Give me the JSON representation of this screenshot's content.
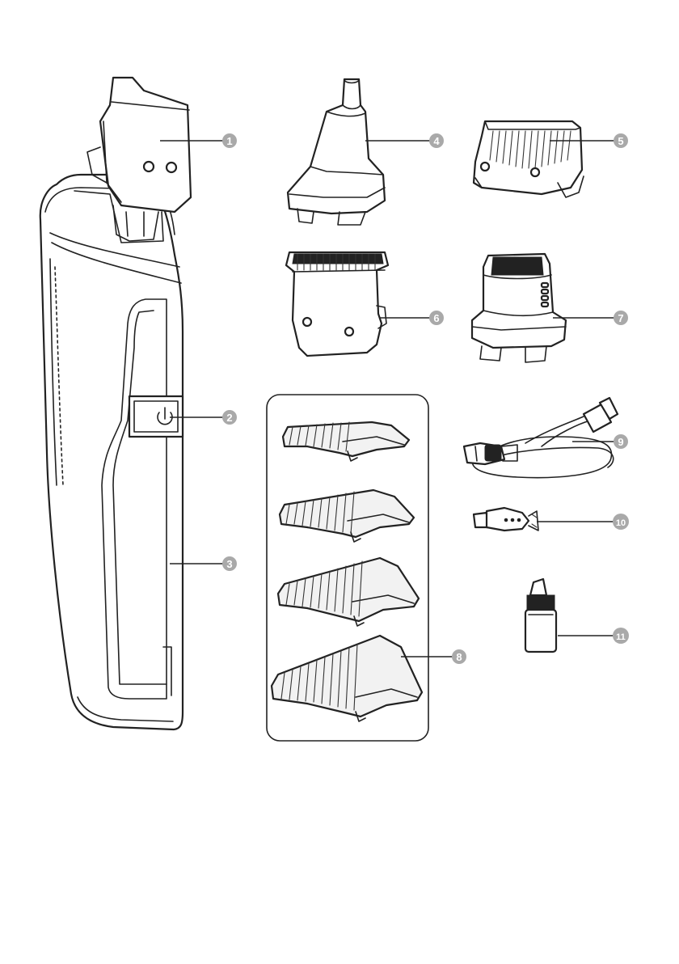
{
  "colors": {
    "outline": "#222222",
    "callout_fill": "#a9a9a9",
    "callout_text": "#ffffff",
    "background": "#ffffff"
  },
  "icons": {
    "power": "power-icon"
  },
  "callouts": [
    {
      "id": "1",
      "label": "1"
    },
    {
      "id": "2",
      "label": "2"
    },
    {
      "id": "3",
      "label": "3"
    },
    {
      "id": "4",
      "label": "4"
    },
    {
      "id": "5",
      "label": "5"
    },
    {
      "id": "6",
      "label": "6"
    },
    {
      "id": "7",
      "label": "7"
    },
    {
      "id": "8",
      "label": "8"
    },
    {
      "id": "9",
      "label": "9"
    },
    {
      "id": "10",
      "label": "10"
    },
    {
      "id": "11",
      "label": "11"
    }
  ]
}
